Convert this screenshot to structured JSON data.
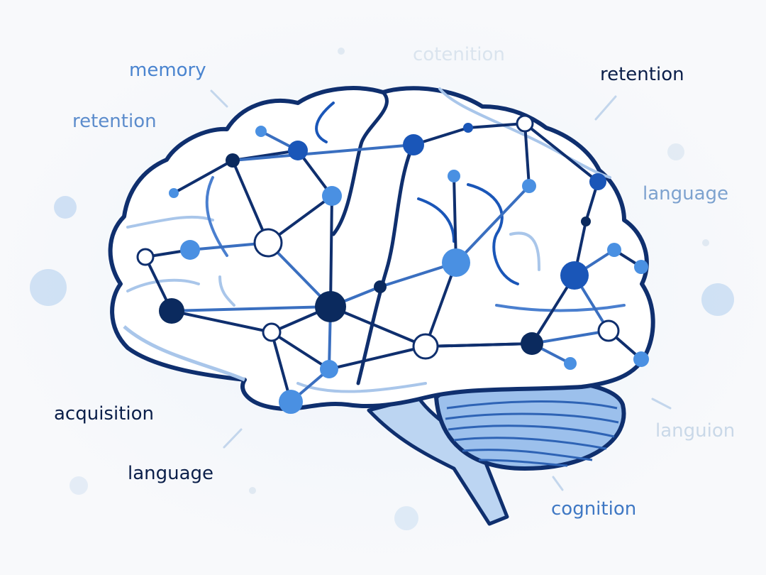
{
  "labels": {
    "memory": "memory",
    "retention_left": "retention",
    "cotenition": "cotenition",
    "retention_right": "retention",
    "language_right": "language",
    "acquisition": "acquisition",
    "language_bottom": "language",
    "languion": "languion",
    "cognition": "cognition"
  },
  "colors": {
    "navy": "#0b2a5e",
    "outline": "#0f2f6e",
    "mid": "#1a56b8",
    "light": "#4a90e2",
    "pale": "#a9c6ea",
    "cerebellum": "#9cc0ec"
  }
}
